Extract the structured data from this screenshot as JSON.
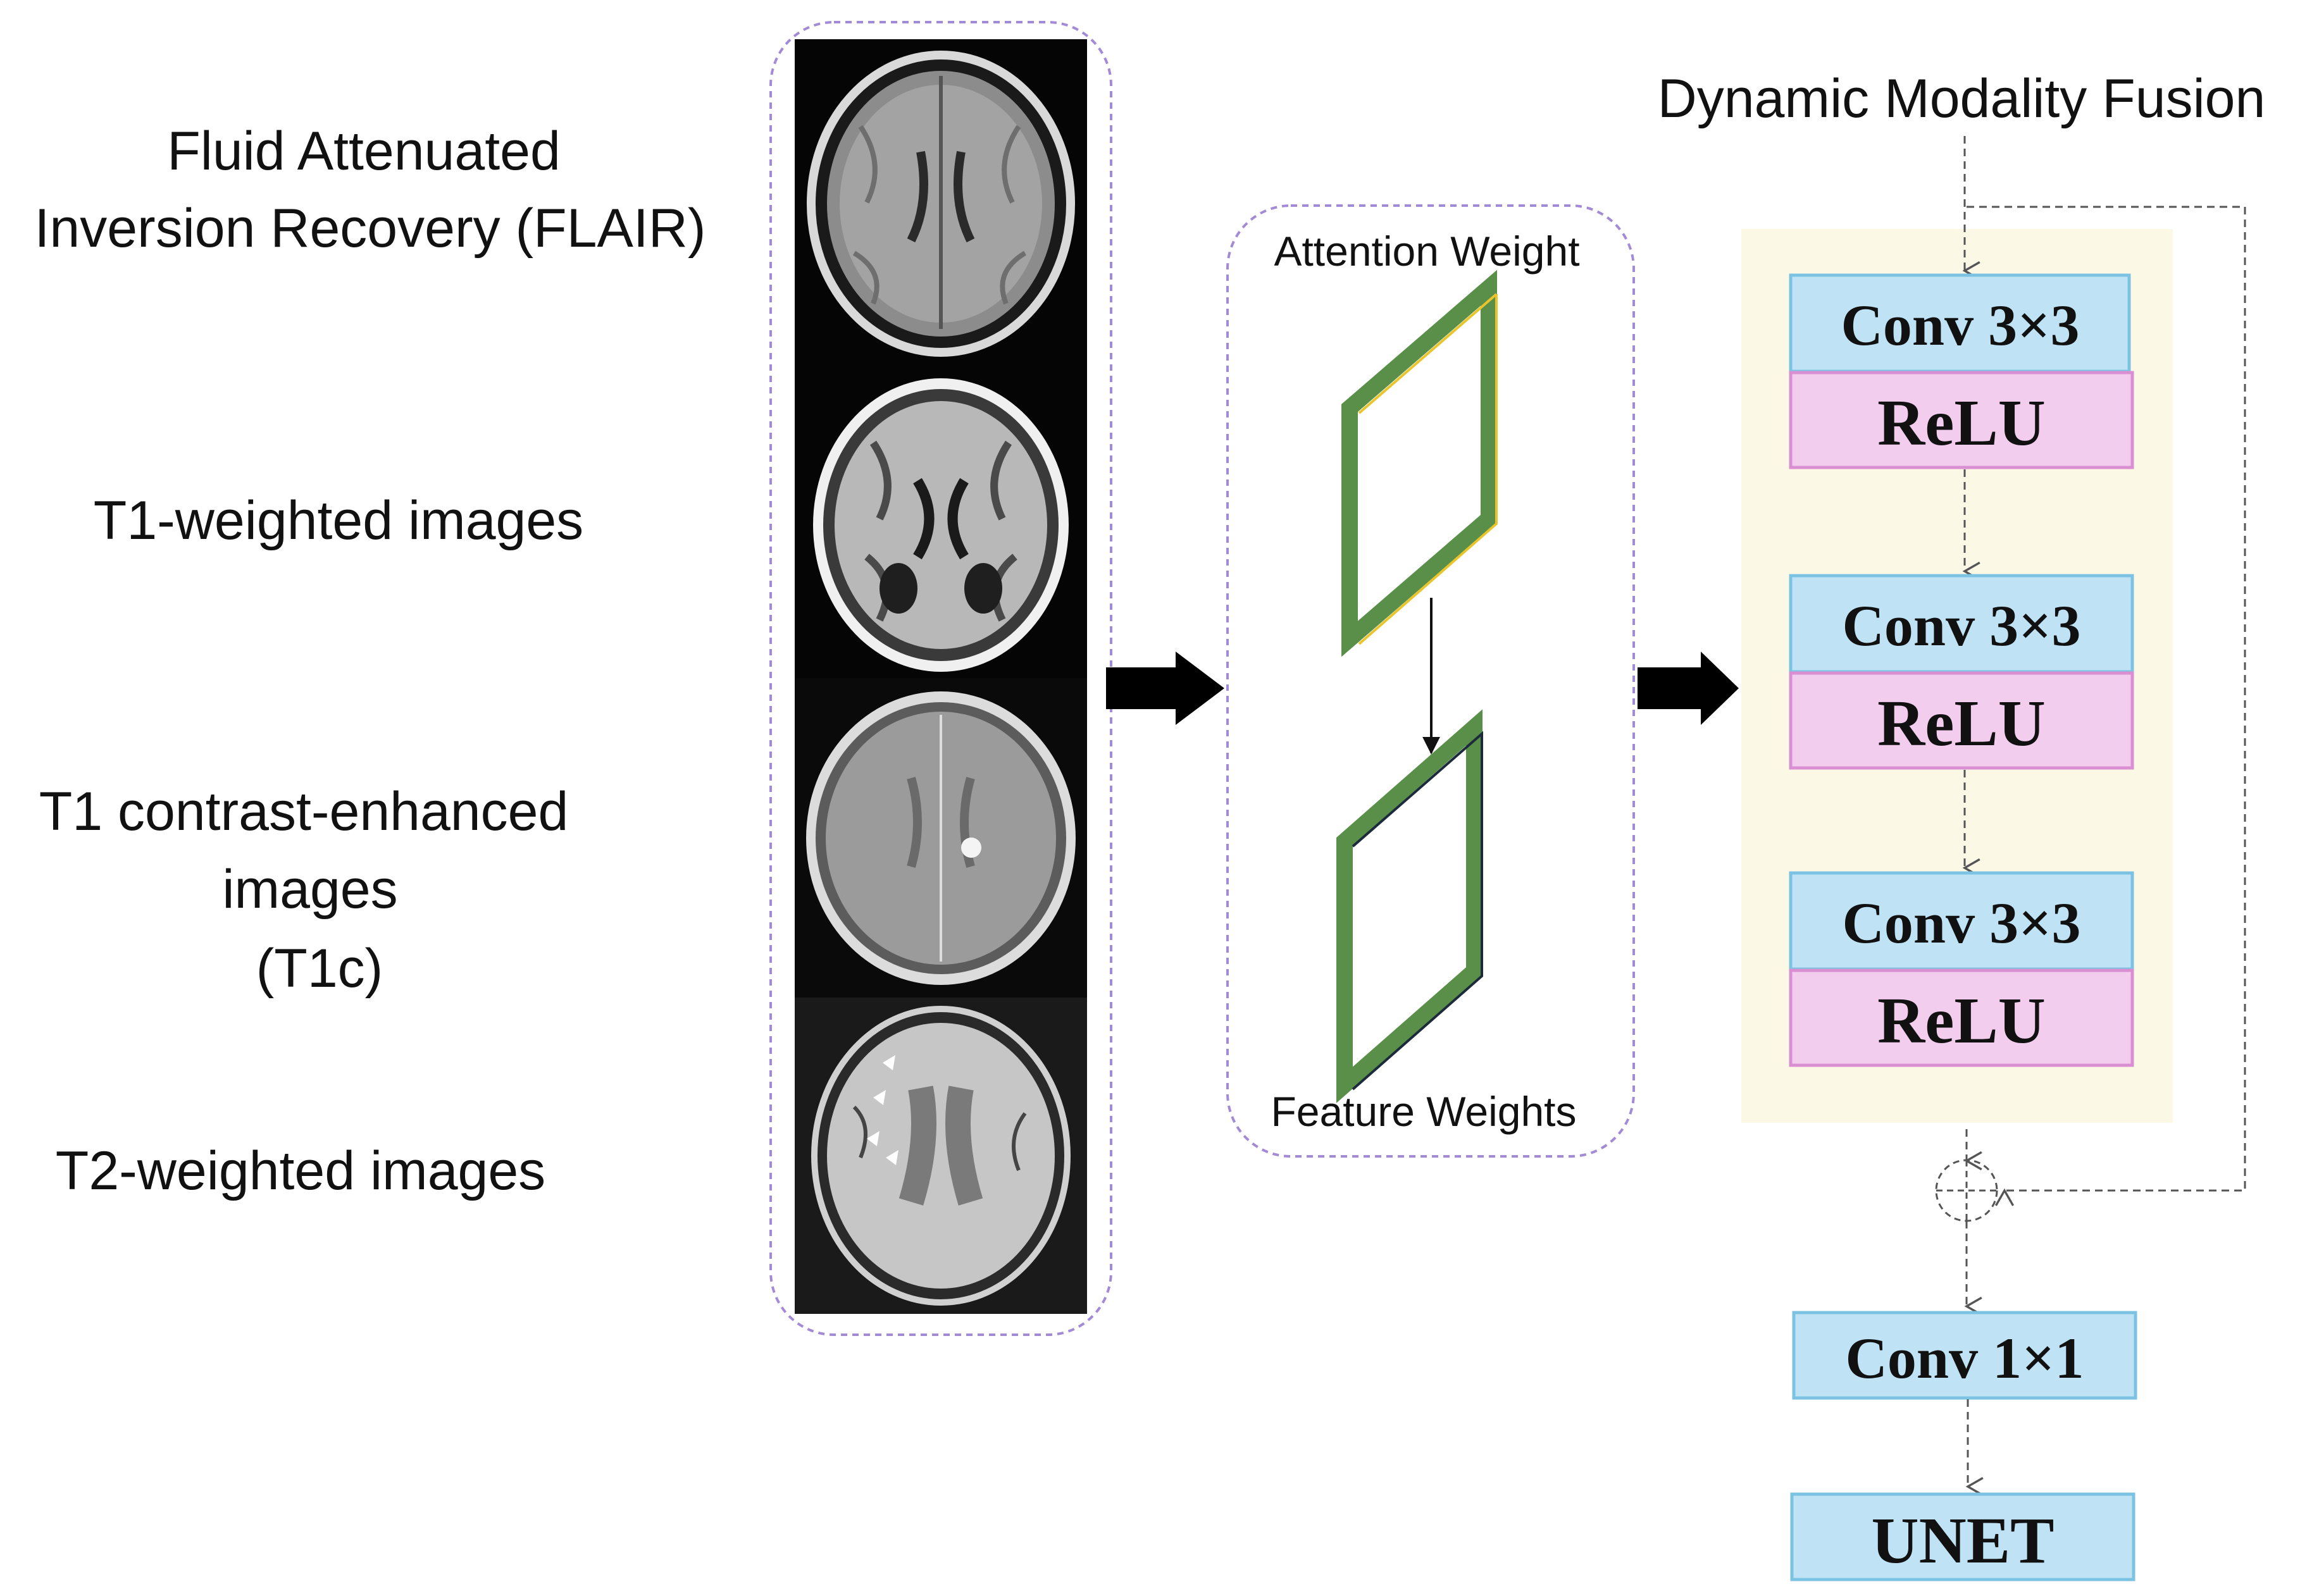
{
  "modalities": [
    {
      "line1": "Fluid Attenuated",
      "line2": "Inversion Recovery (FLAIR)"
    },
    {
      "line1": "T1-weighted images"
    },
    {
      "line1": "T1 contrast-enhanced",
      "line2": "images",
      "line3": "(T1c)"
    },
    {
      "line1": "T2-weighted images"
    }
  ],
  "attention_panel": {
    "top_label": "Attention Weight",
    "bottom_label": "Feature Weights"
  },
  "fusion": {
    "title": "Dynamic Modality Fusion",
    "blocks": [
      {
        "conv": "Conv 3×3",
        "act": "ReLU"
      },
      {
        "conv": "Conv 3×3",
        "act": "ReLU"
      },
      {
        "conv": "Conv 3×3",
        "act": "ReLU"
      }
    ],
    "final_conv": "Conv 1×1",
    "output": "UNET"
  },
  "colors": {
    "conv_fill": "#bfe3f5",
    "conv_stroke": "#7cc3e3",
    "relu_fill": "#f3cdee",
    "relu_stroke": "#d98fd2",
    "panel_bg": "#fbf8e6",
    "dashed_border": "#a38ad6",
    "plane_green": "#5a8f4a",
    "plane_edge_yellow": "#e8c52c"
  },
  "icons": [
    "right-arrow-icon",
    "plus-circle-icon"
  ]
}
